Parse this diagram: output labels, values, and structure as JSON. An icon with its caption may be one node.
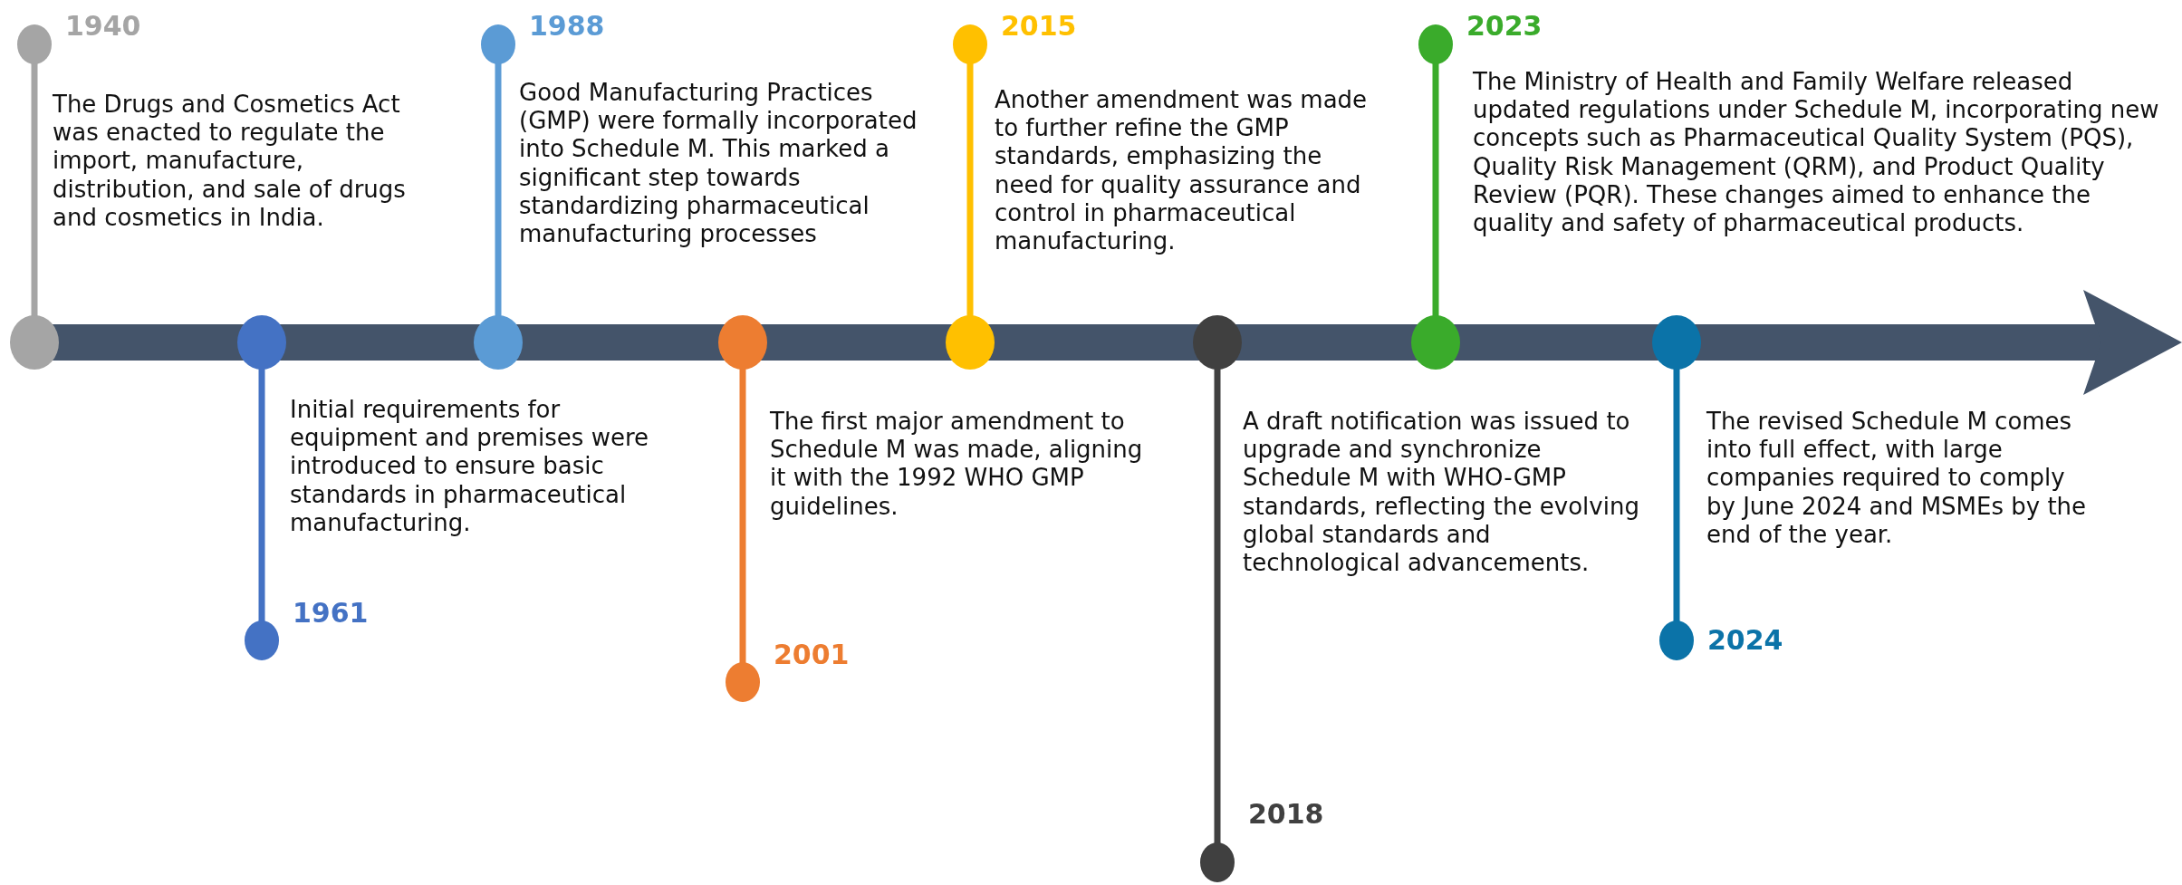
{
  "diagram": {
    "nodes": [
      {
        "text": [
          "1940",
          "The Drugs and Cosmetics Act was enacted to regulate the import, manufacture, distribution, and sale of drugs and cosmetics in India."
        ]
      },
      {
        "text": [
          "Initial requirements for equipment and premises were introduced to ensure basic standards in pharmaceutical manufacturing.",
          "1961"
        ]
      },
      {
        "text": [
          "1988",
          "Good Manufacturing Practices (GMP) were formally incorporated into Schedule M. This marked a significant step towards standardizing pharmaceutical manufacturing processes"
        ]
      },
      {
        "text": [
          "The first major amendment to Schedule M was made, aligning it with the 1992 WHO GMP guidelines.",
          "2001"
        ]
      },
      {
        "text": [
          "2015",
          "Another amendment was made to further refine the GMP standards, emphasizing the need for quality assurance and control in pharmaceutical manufacturing."
        ]
      },
      {
        "text": [
          "A draft notification was issued to upgrade and synchronize Schedule M with WHO-GMP standards, reflecting the evolving global standards and technological advancements.",
          "2018"
        ]
      },
      {
        "text": [
          "2023",
          "The Ministry of Health and Family Welfare released updated regulations under Schedule M, incorporating new concepts such as Pharmaceutical Quality System (PQS), Quality Risk Management (QRM), and Product Quality Review (PQR). These changes aimed to enhance the quality and safety of pharmaceutical products."
        ]
      },
      {
        "text": [
          "The revised Schedule M comes into full effect, with large companies required to comply by June 2024 and MSMEs by the end of the year.",
          "2024"
        ]
      }
    ]
  }
}
